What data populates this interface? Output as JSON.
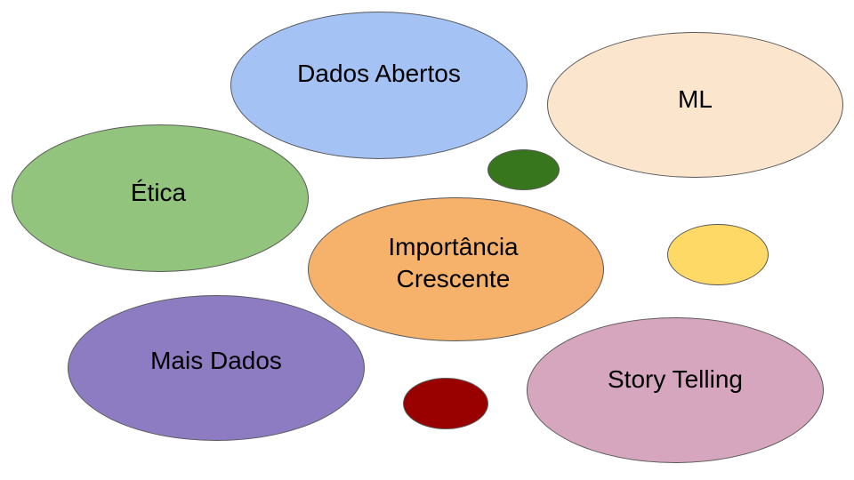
{
  "bubbles": [
    {
      "id": "dados-abertos",
      "label": "Dados Abertos",
      "color": "#a4c2f4"
    },
    {
      "id": "ml",
      "label": "ML",
      "color": "#fce5cd"
    },
    {
      "id": "etica",
      "label": "Ética",
      "color": "#93c47d"
    },
    {
      "id": "importancia",
      "label": "Importância\nCrescente",
      "color": "#f6b26b"
    },
    {
      "id": "mais-dados",
      "label": "Mais Dados",
      "color": "#8e7cc3"
    },
    {
      "id": "story-telling",
      "label": "Story Telling",
      "color": "#d5a6bd"
    },
    {
      "id": "dot-green",
      "label": "",
      "color": "#38761d"
    },
    {
      "id": "dot-yellow",
      "label": "",
      "color": "#ffd966"
    },
    {
      "id": "dot-red",
      "label": "",
      "color": "#990000"
    }
  ]
}
